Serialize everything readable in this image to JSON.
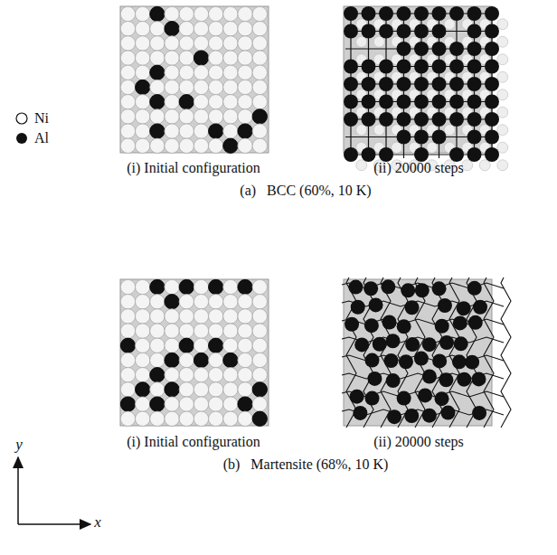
{
  "diagram": {
    "labels": [
      "(i) Initial configuration",
      "(ii) 20000 steps",
      "(a)   BCC (60%, 10 K)",
      "(i) Initial configuration",
      "(ii) 20000 steps",
      "(b)   Martensite (68%, 10 K)",
      "y",
      "x"
    ],
    "legend": [
      {
        "text": "Ni"
      },
      {
        "text": "Al"
      }
    ]
  }
}
